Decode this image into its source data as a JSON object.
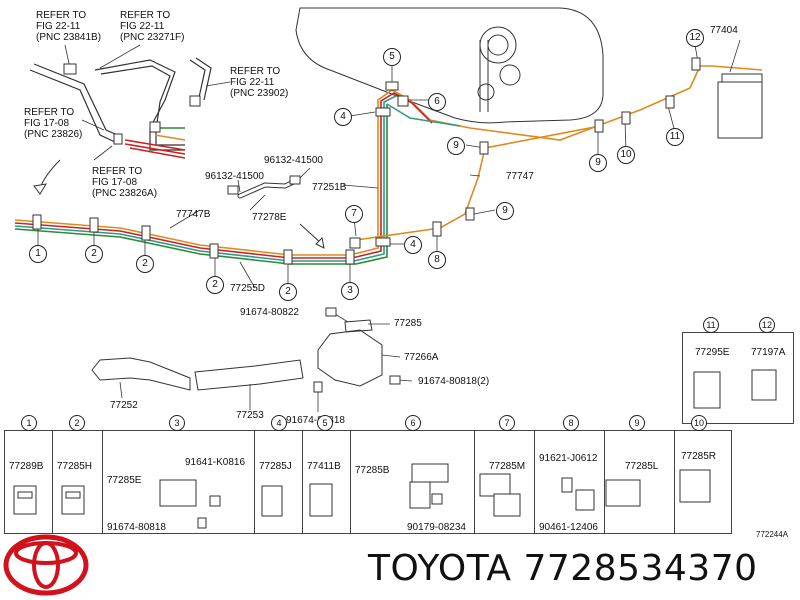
{
  "refs": {
    "ref_a": [
      "REFER TO",
      "FIG 22-11",
      "(PNC 23841B)"
    ],
    "ref_b": [
      "REFER TO",
      "FIG 22-11",
      "(PNC 23271F)"
    ],
    "ref_c": [
      "REFER TO",
      "FIG 22-11",
      "(PNC 23902)"
    ],
    "ref_d": [
      "REFER TO",
      "FIG 17-08",
      "(PNC 23826)"
    ],
    "ref_e": [
      "REFER TO",
      "FIG 17-08",
      "(PNC 23826A)"
    ]
  },
  "parts": {
    "p77404": "77404",
    "p77251b": "77251B",
    "p77747": "77747",
    "p77747b": "77747B",
    "p77255d": "77255D",
    "p77278e": "77278E",
    "p96132_a": "96132-41500",
    "p96132_b": "96132-41500",
    "p91674_80822": "91674-80822",
    "p77285": "77285",
    "p77266a": "77266A",
    "p91674_80818_2": "91674-80818(2)",
    "p91674_80818": "91674-80818",
    "p77252": "77252",
    "p77253": "77253"
  },
  "callouts": [
    "1",
    "2",
    "2",
    "2",
    "2",
    "3",
    "4",
    "4",
    "5",
    "6",
    "7",
    "8",
    "9",
    "9",
    "10",
    "11",
    "12"
  ],
  "table": [
    {
      "num": "1",
      "parts": [
        "77289B"
      ]
    },
    {
      "num": "2",
      "parts": [
        "77285H"
      ]
    },
    {
      "num": "3",
      "parts": [
        "91641-K0816",
        "77285E",
        "91674-80818"
      ]
    },
    {
      "num": "4",
      "parts": [
        "77285J"
      ]
    },
    {
      "num": "5",
      "parts": [
        "77411B"
      ]
    },
    {
      "num": "6",
      "parts": [
        "77285B",
        "90179-08234"
      ]
    },
    {
      "num": "7",
      "parts": [
        "77285M"
      ]
    },
    {
      "num": "8",
      "parts": [
        "91621-J0612",
        "90461-12406"
      ]
    },
    {
      "num": "9",
      "parts": [
        "77285L"
      ]
    },
    {
      "num": "10",
      "parts": [
        "77285R"
      ]
    }
  ],
  "inset": [
    {
      "num": "11",
      "part": "77295E"
    },
    {
      "num": "12",
      "part": "77197A"
    }
  ],
  "diagram_code": "772244A",
  "brand_text": "TOYOTA 7728534370",
  "colors": {
    "logo_red": "#d1121c",
    "line_red": "#cc2222",
    "line_orange": "#e08a1e",
    "line_teal": "#2e9a8a",
    "line_green": "#2a8a3a"
  }
}
